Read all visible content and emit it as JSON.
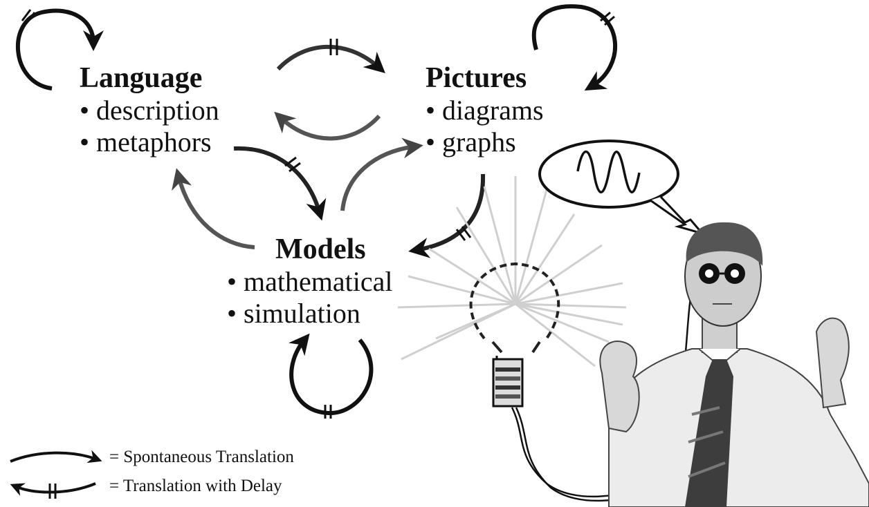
{
  "nodes": {
    "language": {
      "title": "Language",
      "items": [
        "• description",
        "• metaphors"
      ]
    },
    "pictures": {
      "title": "Pictures",
      "items": [
        "• diagrams",
        "• graphs"
      ]
    },
    "models": {
      "title": "Models",
      "items": [
        "• mathematical",
        "• simulation"
      ]
    }
  },
  "legend": {
    "spontaneous": "= Spontaneous Translation",
    "delay": "= Translation with Delay"
  },
  "colors": {
    "ink": "#111111",
    "arrow_gray": "#555555",
    "rays": "#c8c8c8"
  },
  "icons": [
    "self-loop-arrow",
    "curved-arrow",
    "delay-bar",
    "speech-bubble",
    "sine-wave",
    "light-bulb",
    "battery",
    "person-with-glasses"
  ]
}
